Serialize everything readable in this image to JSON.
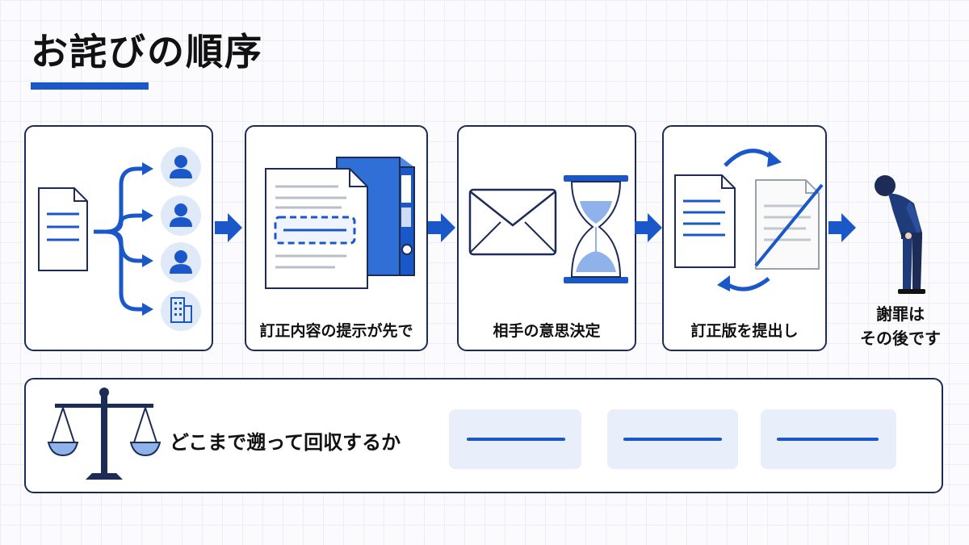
{
  "title": "お詫びの順序",
  "steps": [
    {
      "label": ""
    },
    {
      "label": "訂正内容の提示が先で"
    },
    {
      "label": "相手の意思決定"
    },
    {
      "label": "訂正版を提出し"
    }
  ],
  "final": {
    "line1": "謝罪は",
    "line2": "その後です"
  },
  "bottom": {
    "label": "どこまで遡って回収するか"
  },
  "colors": {
    "accent": "#1a57c9",
    "navy": "#1c2c57",
    "light": "#e8effa"
  },
  "icons": [
    "document-icon",
    "branch-arrows-icon",
    "person-icon",
    "building-icon",
    "binder-icon",
    "envelope-icon",
    "hourglass-icon",
    "cycle-arrows-icon",
    "bowing-person-icon",
    "scale-icon"
  ]
}
